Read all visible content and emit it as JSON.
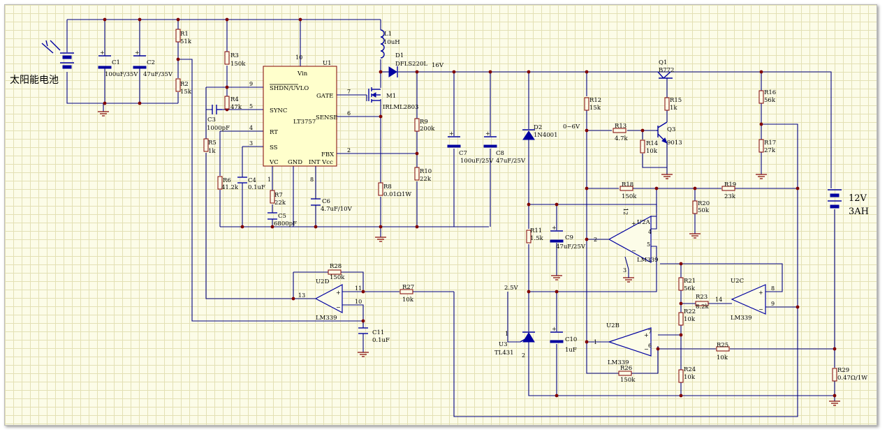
{
  "solar_label": "太阳能电池",
  "battery": {
    "voltage": "12V",
    "capacity": "3AH"
  },
  "net_labels": {
    "v16": "16V",
    "v25": "2.5V",
    "range": "0~6V"
  },
  "ic_u1": {
    "ref": "U1",
    "part": "LT3757",
    "pins": {
      "vin": "Vin",
      "shdn": "SHDN/UVLO",
      "sync": "SYNC",
      "rt": "RT",
      "ss": "SS",
      "vc": "VC",
      "gnd": "GND",
      "intvcc": "INT Vcc",
      "gate": "GATE",
      "sense": "SENSE",
      "fbx": "FBX"
    }
  },
  "opamps": {
    "u2a": "U2A",
    "u2b": "U2B",
    "u2c": "U2C",
    "u2d": "U2D",
    "part": "LM339"
  },
  "parts": {
    "C1": [
      "C1",
      "100uF/35V"
    ],
    "C2": [
      "C2",
      "47uF/35V"
    ],
    "R1": [
      "R1",
      "51k"
    ],
    "R2": [
      "R2",
      "15k"
    ],
    "R3": [
      "R3",
      "150k"
    ],
    "R4": [
      "R4",
      "47k"
    ],
    "C3": [
      "C3",
      "1000pF"
    ],
    "R5": [
      "R5",
      "1k"
    ],
    "R6": [
      "R6",
      "41.2k"
    ],
    "C4": [
      "C4",
      "0.1uF"
    ],
    "R7": [
      "R7",
      "22k"
    ],
    "C5": [
      "C5",
      "6800pF"
    ],
    "C6": [
      "C6",
      "4.7uF/10V"
    ],
    "L1": [
      "L1",
      "10uH"
    ],
    "D1": [
      "D1",
      "DFLS220L"
    ],
    "M1": [
      "M1",
      "IRLML2803"
    ],
    "R8": [
      "R8",
      "0.01Ω1W"
    ],
    "R9": [
      "R9",
      "200k"
    ],
    "R10": [
      "R10",
      "22k"
    ],
    "C7": [
      "C7",
      "100uF/25V"
    ],
    "C8": [
      "C8",
      "47uF/25V"
    ],
    "D2": [
      "D2",
      "1N4001"
    ],
    "R12": [
      "R12",
      "15k"
    ],
    "R13": [
      "R13",
      "4.7k"
    ],
    "R14": [
      "R14",
      "10k"
    ],
    "R15": [
      "R15",
      "1k"
    ],
    "Q1": [
      "Q1",
      "B772"
    ],
    "Q3": [
      "Q3",
      "9013"
    ],
    "R16": [
      "R16",
      "56k"
    ],
    "R17": [
      "R17",
      "27k"
    ],
    "R18": [
      "R18",
      "150k"
    ],
    "R19": [
      "R19",
      "23k"
    ],
    "R20": [
      "R20",
      "50k"
    ],
    "R11": [
      "R11",
      "1.5k"
    ],
    "C9": [
      "C9",
      "47uF/25V"
    ],
    "C10": [
      "C10",
      "1uF"
    ],
    "U3": [
      "U3",
      "TL431"
    ],
    "R21": [
      "R21",
      "56k"
    ],
    "R22": [
      "R22",
      "10k"
    ],
    "R23": [
      "R23",
      "8.2k"
    ],
    "R24": [
      "R24",
      "10k"
    ],
    "R25": [
      "R25",
      "10k"
    ],
    "R26": [
      "R26",
      "150k"
    ],
    "R27": [
      "R27",
      "10k"
    ],
    "R28": [
      "R28",
      "150k"
    ],
    "C11": [
      "C11",
      "0.1uF"
    ],
    "R29": [
      "R29",
      "0.47Ω/1W"
    ]
  },
  "pin_numbers": [
    "10",
    "9",
    "5",
    "4",
    "3",
    "1",
    "8",
    "7",
    "6",
    "2",
    "11",
    "10",
    "13",
    "4",
    "5",
    "2",
    "3",
    "12",
    "7",
    "6",
    "1",
    "14",
    "8",
    "9",
    "2",
    "1"
  ]
}
